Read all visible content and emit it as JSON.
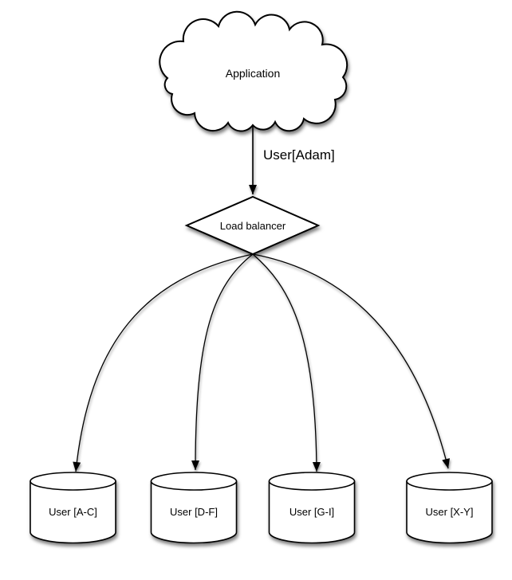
{
  "diagram": {
    "background_color": "#ffffff",
    "node_fill_color": "#ffffff",
    "stroke_color": "#000000",
    "text_color": "#000000",
    "nodes": {
      "application": {
        "label": "Application",
        "shape": "cloud"
      },
      "load_balancer": {
        "label": "Load balancer",
        "shape": "diamond"
      },
      "shards": [
        {
          "label": "User [A-C]",
          "shape": "cylinder"
        },
        {
          "label": "User [D-F]",
          "shape": "cylinder"
        },
        {
          "label": "User [G-I]",
          "shape": "cylinder"
        },
        {
          "label": "User [X-Y]",
          "shape": "cylinder"
        }
      ]
    },
    "edges": {
      "app_to_lb": {
        "from": "Application",
        "to": "Load balancer",
        "label": "User[Adam]"
      },
      "lb_to_shards": [
        {
          "from": "Load balancer",
          "to": "User [A-C]"
        },
        {
          "from": "Load balancer",
          "to": "User [D-F]"
        },
        {
          "from": "Load balancer",
          "to": "User [G-I]"
        },
        {
          "from": "Load balancer",
          "to": "User [X-Y]"
        }
      ]
    }
  }
}
